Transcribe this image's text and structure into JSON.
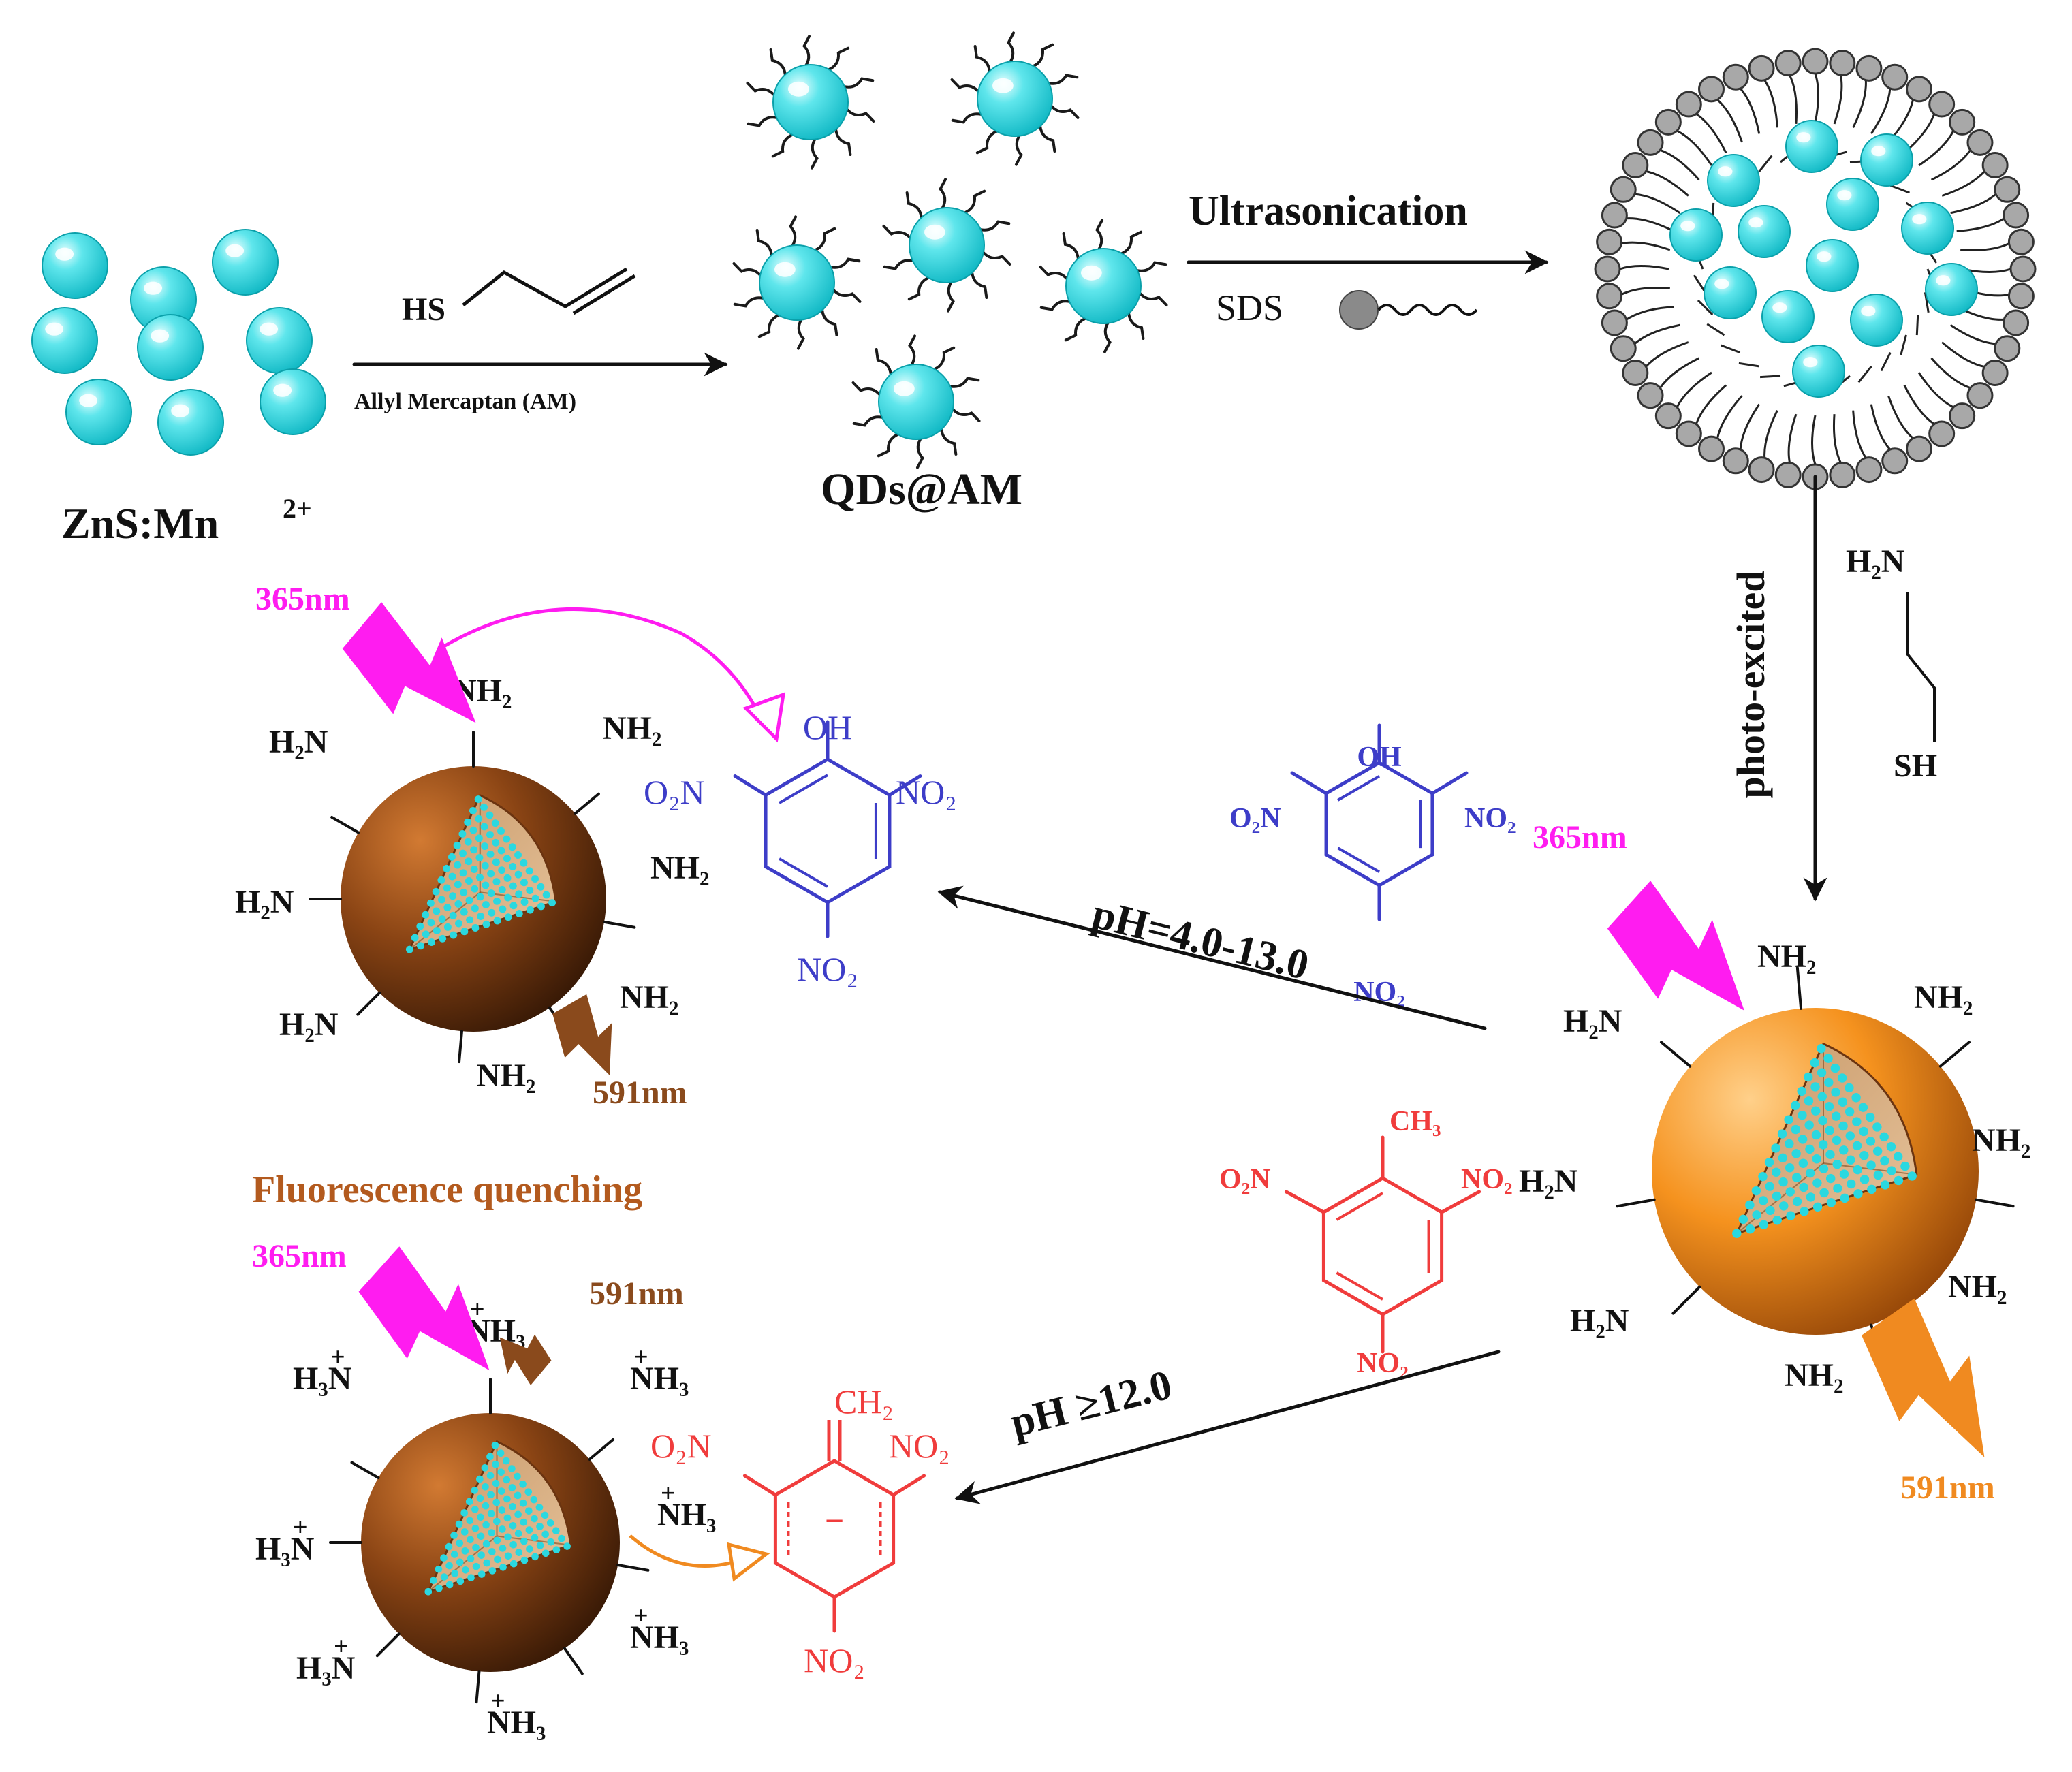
{
  "colors": {
    "qd_cyan": "#22d4dc",
    "qd_highlight": "#e8ffff",
    "ligand": "#1a1a1a",
    "sds_head": "#a8a8a8",
    "magenta": "#ff1cf0",
    "blue_molecule": "#3d3dc8",
    "red_molecule": "#f03c3c",
    "orange_nm": "#f08a20",
    "brown_nm": "#8a4a1c",
    "brown_text": "#b35a1e",
    "dark_particle": "#6b3410",
    "bright_particle": "#f4901e",
    "arrow": "#111111"
  },
  "labels": {
    "zns": "ZnS:Mn",
    "zns_sup": "2+",
    "qds_am": "QDs@AM",
    "hs": "HS",
    "allyl": "Allyl Mercaptan (AM)",
    "ultrasonication": "Ultrasonication",
    "sds": "SDS",
    "photo_excited": "photo-excited",
    "cysteamine_top": "H₂N",
    "cysteamine_bottom": "SH",
    "ph1": "pH=4.0-13.0",
    "ph2": "pH ≥12.0",
    "quenching": "Fluorescence quenching",
    "nm365": "365nm",
    "nm591": "591nm"
  },
  "groups": {
    "nh2": "NH₂",
    "h2n": "H₂N",
    "nh3": "NH₃",
    "h3n": "H₃N",
    "plus": "+"
  },
  "molecules": {
    "oh": "OH",
    "no2": "NO₂",
    "o2n": "O₂N",
    "ch3": "CH₃",
    "ch2": "CH₂",
    "minus": "−"
  }
}
